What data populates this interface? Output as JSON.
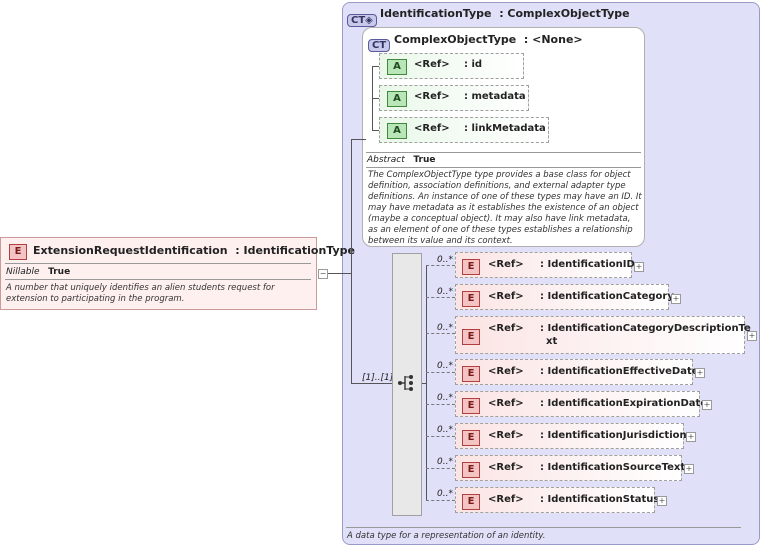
{
  "main_element": {
    "badge": "E",
    "name": "ExtensionRequestIdentification",
    "type": ": IdentificationType",
    "nillable_label": "Nillable",
    "nillable_value": "True",
    "description": "A number that uniquely identifies an alien students request for extension to participating in the program."
  },
  "outer_type": {
    "badge": "CT",
    "name": "IdentificationType",
    "base": ": ComplexObjectType",
    "description": "A data type for a representation of an identity."
  },
  "inner_type": {
    "badge": "CT",
    "name": "ComplexObjectType",
    "base": ": <None>",
    "abstract_label": "Abstract",
    "abstract_value": "True",
    "description": "The ComplexObjectType type provides a base class for object definition, association definitions, and external adapter type definitions. An instance of one of these types may have an ID. It may have metadata as it establishes the existence of an object (maybe a conceptual object). It may also have link metadata, as an element of one of these types establishes a relationship between its value and its context."
  },
  "attributes": [
    {
      "badge": "A",
      "ref": "<Ref>",
      "name": ": id"
    },
    {
      "badge": "A",
      "ref": "<Ref>",
      "name": ": metadata"
    },
    {
      "badge": "A",
      "ref": "<Ref>",
      "name": ": linkMetadata"
    }
  ],
  "sequence": {
    "cardinality": "[1]..[1]"
  },
  "elements": [
    {
      "badge": "E",
      "ref": "<Ref>",
      "name": ": IdentificationID",
      "card": "0..*"
    },
    {
      "badge": "E",
      "ref": "<Ref>",
      "name": ": IdentificationCategory",
      "card": "0..*"
    },
    {
      "badge": "E",
      "ref": "<Ref>",
      "name": ": IdentificationCategoryDescriptionTe",
      "name2": "xt",
      "card": "0..*"
    },
    {
      "badge": "E",
      "ref": "<Ref>",
      "name": ": IdentificationEffectiveDate",
      "card": "0..*"
    },
    {
      "badge": "E",
      "ref": "<Ref>",
      "name": ": IdentificationExpirationDate",
      "card": "0..*"
    },
    {
      "badge": "E",
      "ref": "<Ref>",
      "name": ": IdentificationJurisdiction",
      "card": "0..*"
    },
    {
      "badge": "E",
      "ref": "<Ref>",
      "name": ": IdentificationSourceText",
      "card": "0..*"
    },
    {
      "badge": "E",
      "ref": "<Ref>",
      "name": ": IdentificationStatus",
      "card": "0..*"
    }
  ],
  "icons": {
    "collapse": "minus",
    "expand": "plus",
    "sequence": "sequence-icon",
    "ct_extension": "diamond-icon"
  }
}
